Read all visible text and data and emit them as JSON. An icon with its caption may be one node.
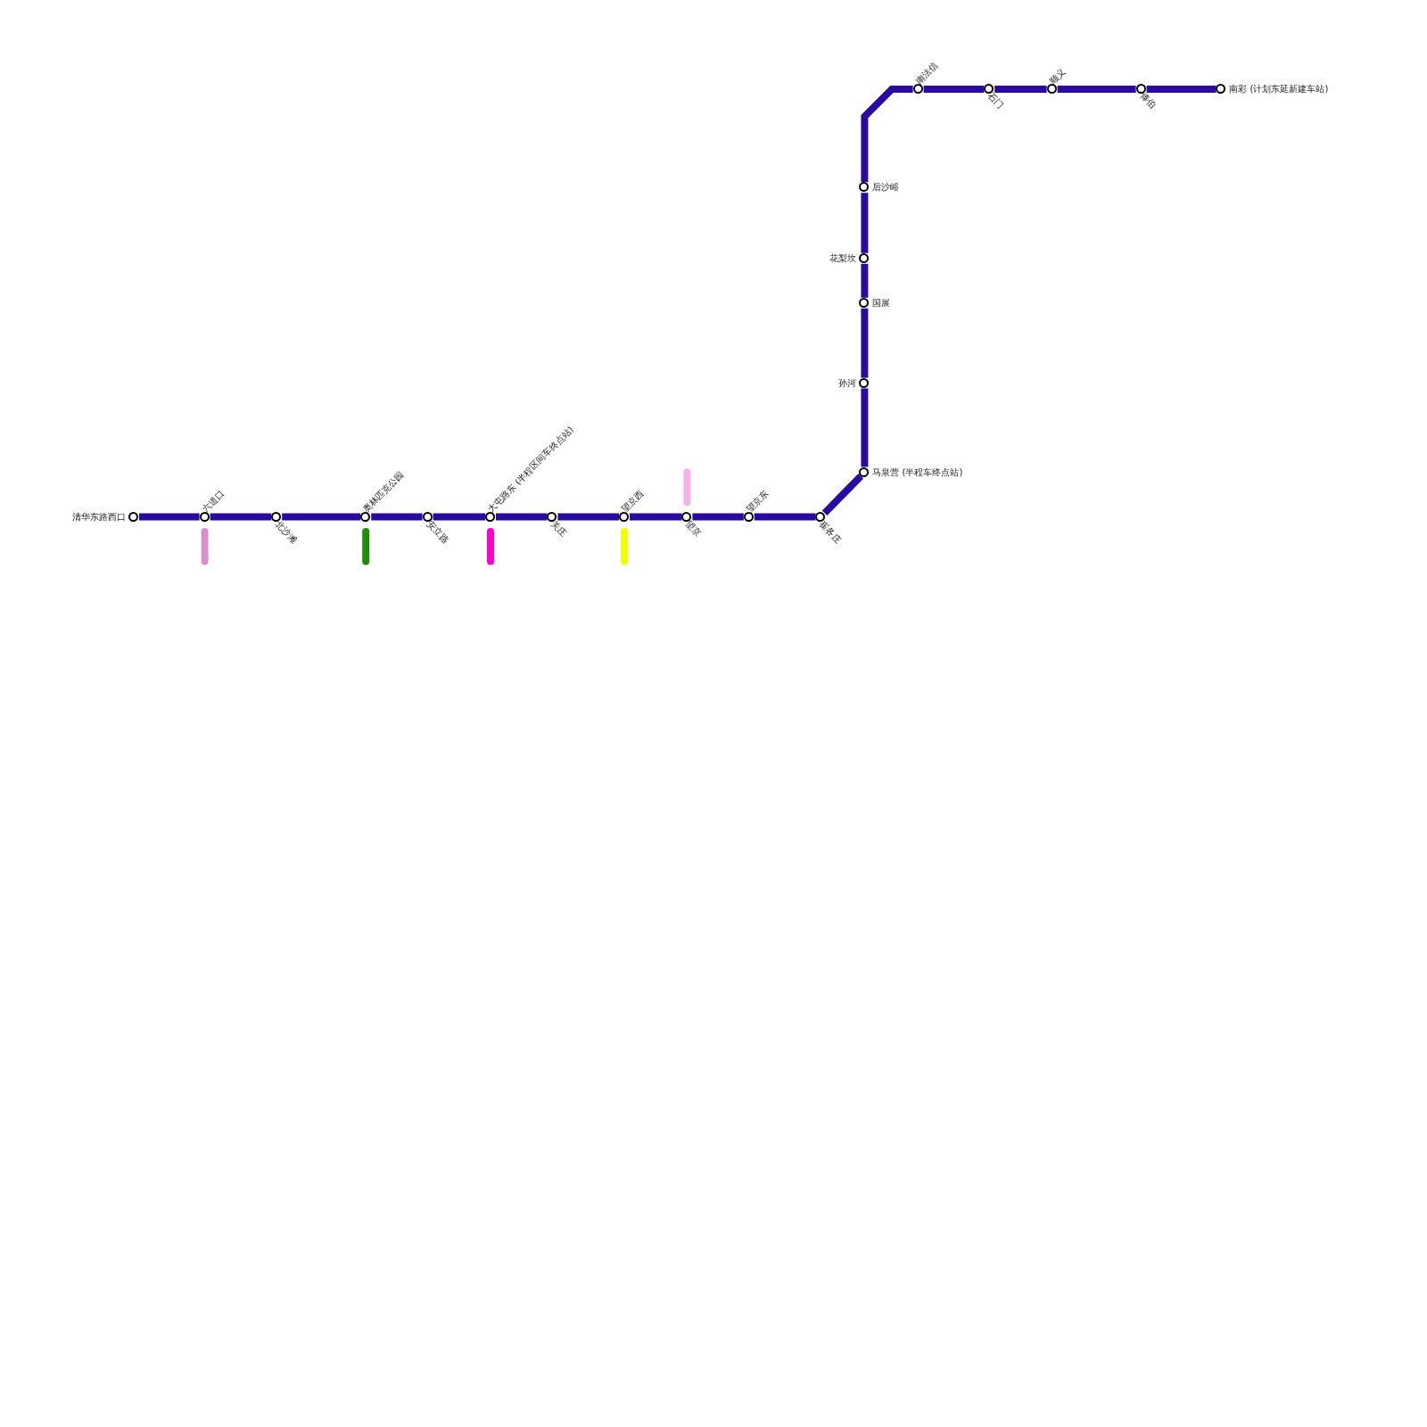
{
  "diagram": {
    "nodes": [
      {
        "text": [
          "清华东路西口"
        ]
      },
      {
        "text": [
          "六道口"
        ]
      },
      {
        "text": [
          "北沙滩"
        ]
      },
      {
        "text": [
          "奥林匹克公园"
        ]
      },
      {
        "text": [
          "安立路"
        ]
      },
      {
        "text": [
          "大屯路东 (半程区间车终点站)"
        ]
      },
      {
        "text": [
          "关庄"
        ]
      },
      {
        "text": [
          "望京西"
        ]
      },
      {
        "text": [
          "望京"
        ]
      },
      {
        "text": [
          "望京东"
        ]
      },
      {
        "text": [
          "崔各庄"
        ]
      },
      {
        "text": [
          "马泉营 (半程车终点站)"
        ]
      },
      {
        "text": [
          "孙河"
        ]
      },
      {
        "text": [
          "国展"
        ]
      },
      {
        "text": [
          "花梨坎"
        ]
      },
      {
        "text": [
          "后沙峪"
        ]
      },
      {
        "text": [
          "南法信"
        ]
      },
      {
        "text": [
          "石门"
        ]
      },
      {
        "text": [
          "顺义"
        ]
      },
      {
        "text": [
          "俸伯"
        ]
      },
      {
        "text": [
          "南彩 (计划东延新建车站)"
        ]
      }
    ],
    "edges": [
      {
        "from": 0,
        "to": 1,
        "arrow": "none"
      },
      {
        "from": 1,
        "to": 2,
        "arrow": "none"
      },
      {
        "from": 2,
        "to": 3,
        "arrow": "none"
      },
      {
        "from": 3,
        "to": 4,
        "arrow": "none"
      },
      {
        "from": 4,
        "to": 5,
        "arrow": "none"
      },
      {
        "from": 5,
        "to": 6,
        "arrow": "none"
      },
      {
        "from": 6,
        "to": 7,
        "arrow": "none"
      },
      {
        "from": 7,
        "to": 8,
        "arrow": "none"
      },
      {
        "from": 8,
        "to": 9,
        "arrow": "none"
      },
      {
        "from": 9,
        "to": 10,
        "arrow": "none"
      },
      {
        "from": 10,
        "to": 11,
        "arrow": "none"
      },
      {
        "from": 11,
        "to": 12,
        "arrow": "none"
      },
      {
        "from": 12,
        "to": 13,
        "arrow": "none"
      },
      {
        "from": 13,
        "to": 14,
        "arrow": "none"
      },
      {
        "from": 14,
        "to": 15,
        "arrow": "none"
      },
      {
        "from": 15,
        "to": 16,
        "arrow": "none"
      },
      {
        "from": 16,
        "to": 17,
        "arrow": "none"
      },
      {
        "from": 17,
        "to": 18,
        "arrow": "none"
      },
      {
        "from": 18,
        "to": 19,
        "arrow": "none"
      },
      {
        "from": 19,
        "to": 20,
        "arrow": "none"
      }
    ]
  }
}
